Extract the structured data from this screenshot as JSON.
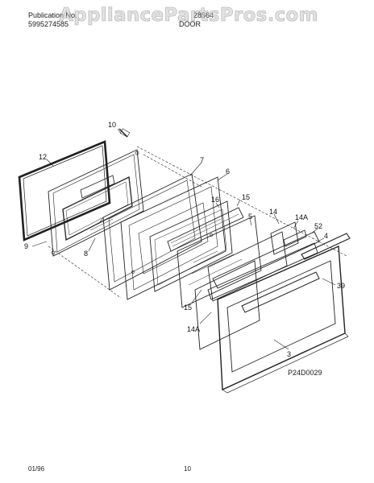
{
  "header": {
    "publication_label": "Publication No.",
    "publication_number": "5995274585",
    "model": "28564",
    "section": "DOOR"
  },
  "watermark": "AppliancePartsPros.com",
  "callouts": {
    "c10": "10",
    "c12": "12",
    "c9": "9",
    "c8": "8",
    "c7": "7",
    "c6": "6",
    "c16": "16",
    "c15a": "15",
    "c14a": "14",
    "c14b": "14A",
    "c52": "52",
    "c4": "4",
    "c5": "5",
    "c39": "39",
    "c15b": "15",
    "c14c": "14A",
    "c3": "3"
  },
  "drawing_code": "P24D0029",
  "footer": {
    "date": "01/96",
    "page": "10"
  }
}
